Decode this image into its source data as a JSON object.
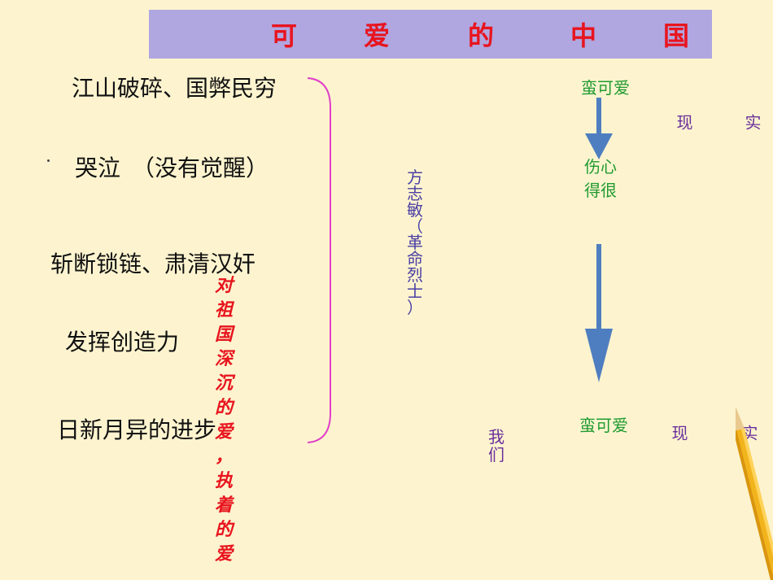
{
  "title": {
    "chars": [
      "可",
      "爱",
      "的",
      "中",
      "国"
    ]
  },
  "left_list": [
    "江山破碎、国弊民穷",
    "哭泣　（没有觉醒）",
    "斩断锁链、肃清汉奸",
    "发挥创造力",
    "日新月异的进步"
  ],
  "center_vertical": [
    "对",
    "祖",
    "国",
    "深",
    "沉",
    "的",
    "爱",
    "，",
    "执",
    "着",
    "的",
    "爱"
  ],
  "fang_column": [
    "方",
    "志",
    "敏",
    "（",
    "革",
    "命",
    "烈",
    "士",
    "）"
  ],
  "women_column": [
    "我",
    "们"
  ],
  "green_labels": {
    "top": "蛮可爱",
    "middle_line1": "伤心",
    "middle_line2": "得很",
    "bottom": "蛮可爱"
  },
  "reality_top": [
    "现",
    "实"
  ],
  "reality_bottom": [
    "现",
    "实"
  ],
  "colors": {
    "background": "#FDF4CF",
    "title_bar": "#B0A6E0",
    "title_text": "#E8141E",
    "arrow": "#4F7EC0",
    "bracket": "#E040C8",
    "green_text": "#1F9A30",
    "purple_text": "#4B3FA3"
  },
  "icons": [
    "down-arrow-icon",
    "pencil-icon",
    "right-brace-icon"
  ]
}
